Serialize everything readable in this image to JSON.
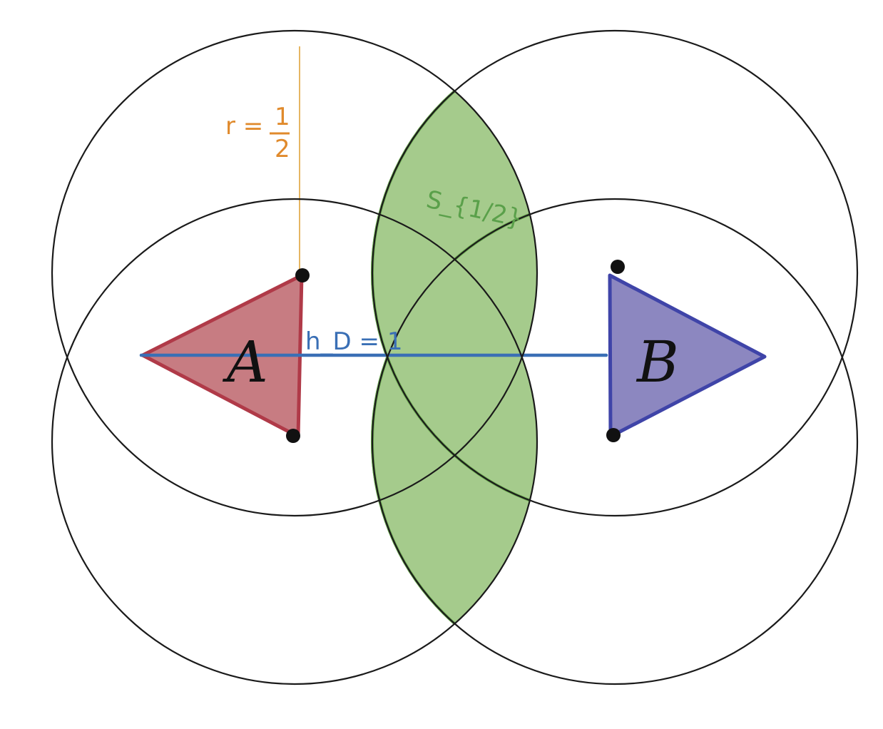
{
  "diagram": {
    "colors": {
      "background": "#ffffff",
      "circle_stroke": "#1a1a1a",
      "region_fill": "#a5cb8c",
      "region_stroke": "#6aa84f",
      "triangle_a_fill": "#c77c82",
      "triangle_a_stroke": "#b03a48",
      "triangle_b_fill": "#8c87c0",
      "triangle_b_stroke": "#3f44a8",
      "distance_line": "#3a6fb5",
      "radius_line": "#e0a33c",
      "radius_label": "#e08a2c",
      "region_label": "#5aa04a",
      "vertex_dot": "#111111"
    },
    "labels": {
      "shape_a": "A",
      "shape_b": "B",
      "distance": "h_D = 1",
      "radius_numerator": "1",
      "radius_denominator": "2",
      "radius_prefix": "r =",
      "region": "S_{1/2}"
    },
    "shapes": {
      "triangle_a": {
        "name": "A",
        "color": "red"
      },
      "triangle_b": {
        "name": "B",
        "color": "blue"
      }
    }
  }
}
